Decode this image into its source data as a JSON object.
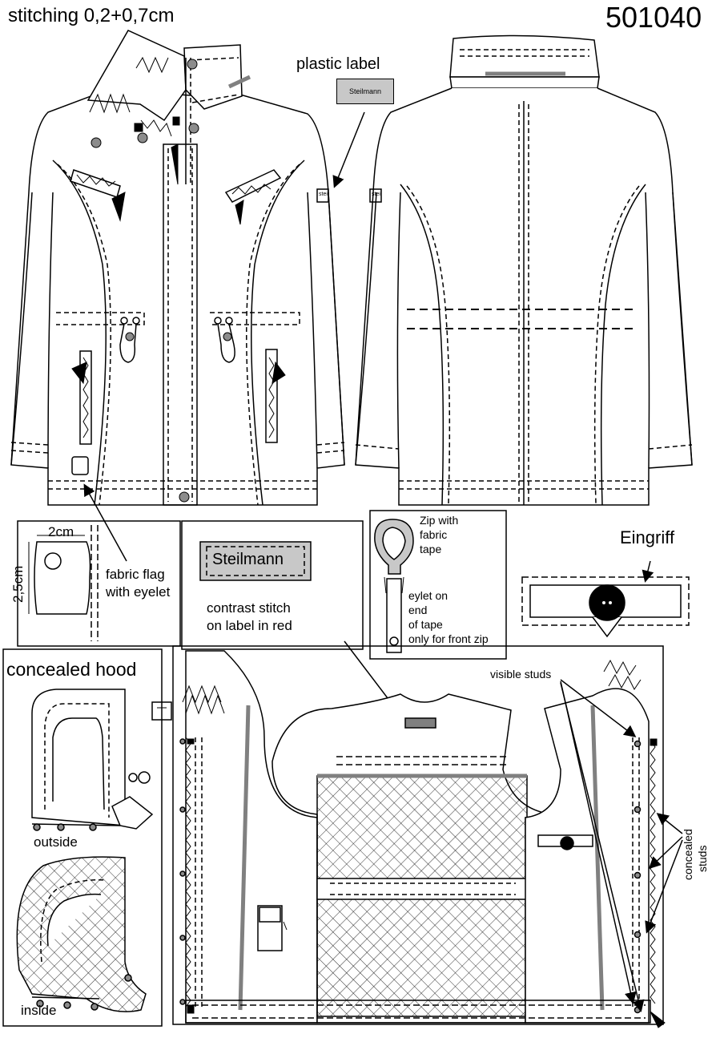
{
  "header": {
    "stitching": "stitching 0,2+0,7cm",
    "style_number": "501040"
  },
  "labels": {
    "plastic_label": "plastic label",
    "label_brand_small": "Steilmann",
    "sleeve_label_text": "stei",
    "fabric_flag_line1": "fabric flag",
    "fabric_flag_line2": "with eyelet",
    "dim_width": "2cm",
    "dim_height": "2,5cm",
    "label_brand_large": "Steilmann",
    "contrast_line1": "contrast stitch",
    "contrast_line2": "on label in red",
    "zip_line1": "Zip with",
    "zip_line2": "fabric",
    "zip_line3": "tape",
    "eyelet_line1": "eylet on",
    "eyelet_line2": "end",
    "eyelet_line3": "of tape",
    "eyelet_line4": "only for front zip",
    "eingriff": "Eingriff",
    "concealed_hood": "concealed hood",
    "outside": "outside",
    "inside": "inside",
    "visible_studs": "visible studs",
    "concealed_studs_line1": "concealed",
    "concealed_studs_line2": "studs"
  },
  "colors": {
    "line": "#000000",
    "label_fill": "#c8c8c8",
    "stud_fill": "#8c8c8c",
    "band_gray": "#808080"
  }
}
